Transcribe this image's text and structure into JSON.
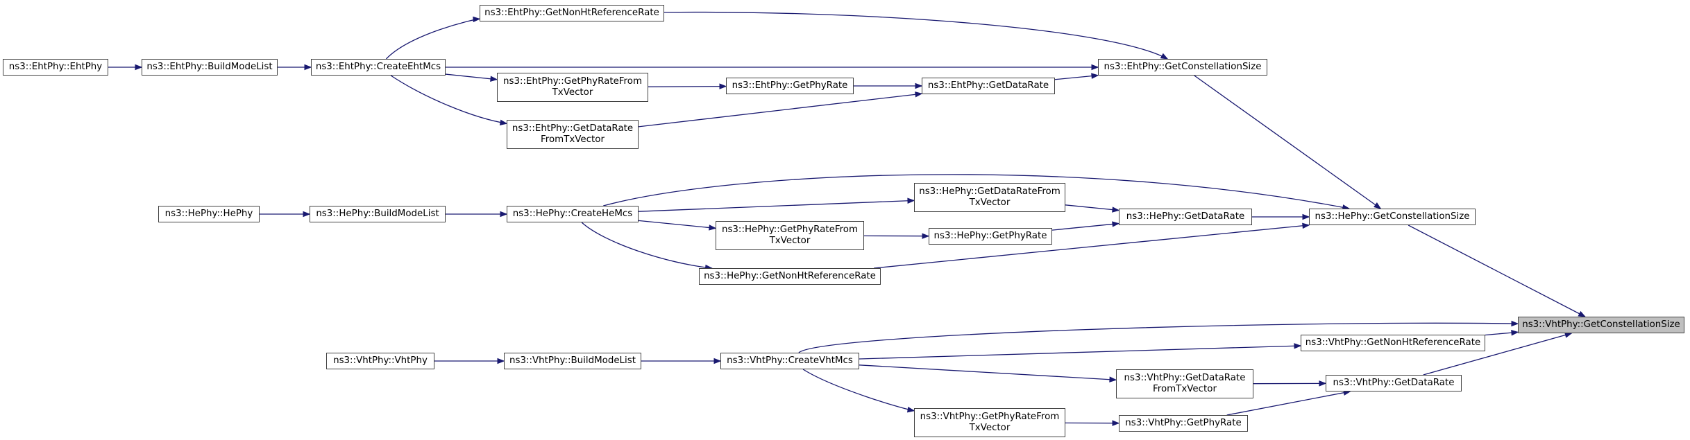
{
  "colors": {
    "edge": "#191970",
    "node_border": "#404040",
    "node_fill": "#ffffff",
    "root_fill": "#bfbfbf"
  },
  "nodes": {
    "vht_getconstellationsize": {
      "lines": [
        "ns3::VhtPhy::GetConstellationSize"
      ]
    },
    "he_getconstellationsize": {
      "lines": [
        "ns3::HePhy::GetConstellationSize"
      ]
    },
    "eht_getconstellationsize": {
      "lines": [
        "ns3::EhtPhy::GetConstellationSize"
      ]
    },
    "eht_getnonhtreferencerate": {
      "lines": [
        "ns3::EhtPhy::GetNonHtReferenceRate"
      ]
    },
    "eht_ehtphy": {
      "lines": [
        "ns3::EhtPhy::EhtPhy"
      ]
    },
    "eht_buildmodelist": {
      "lines": [
        "ns3::EhtPhy::BuildModeList"
      ]
    },
    "eht_createehtmcs": {
      "lines": [
        "ns3::EhtPhy::CreateEhtMcs"
      ]
    },
    "eht_getphyratefromtxvector": {
      "lines": [
        "ns3::EhtPhy::GetPhyRateFrom",
        "TxVector"
      ]
    },
    "eht_getphyrate": {
      "lines": [
        "ns3::EhtPhy::GetPhyRate"
      ]
    },
    "eht_getdatarate": {
      "lines": [
        "ns3::EhtPhy::GetDataRate"
      ]
    },
    "eht_getdataratefromtxvector": {
      "lines": [
        "ns3::EhtPhy::GetDataRate",
        "FromTxVector"
      ]
    },
    "he_hephy": {
      "lines": [
        "ns3::HePhy::HePhy"
      ]
    },
    "he_buildmodelist": {
      "lines": [
        "ns3::HePhy::BuildModeList"
      ]
    },
    "he_createhemcs": {
      "lines": [
        "ns3::HePhy::CreateHeMcs"
      ]
    },
    "he_getdataratefromtxvector": {
      "lines": [
        "ns3::HePhy::GetDataRateFrom",
        "TxVector"
      ]
    },
    "he_getdatarate": {
      "lines": [
        "ns3::HePhy::GetDataRate"
      ]
    },
    "he_getphyratefromtxvector": {
      "lines": [
        "ns3::HePhy::GetPhyRateFrom",
        "TxVector"
      ]
    },
    "he_getphyrate": {
      "lines": [
        "ns3::HePhy::GetPhyRate"
      ]
    },
    "he_getnonhtreferencerate": {
      "lines": [
        "ns3::HePhy::GetNonHtReferenceRate"
      ]
    },
    "vht_vhtphy": {
      "lines": [
        "ns3::VhtPhy::VhtPhy"
      ]
    },
    "vht_buildmodelist": {
      "lines": [
        "ns3::VhtPhy::BuildModeList"
      ]
    },
    "vht_createvhtmcs": {
      "lines": [
        "ns3::VhtPhy::CreateVhtMcs"
      ]
    },
    "vht_getnonhtreferencerate": {
      "lines": [
        "ns3::VhtPhy::GetNonHtReferenceRate"
      ]
    },
    "vht_getdataratefromtxvector": {
      "lines": [
        "ns3::VhtPhy::GetDataRate",
        "FromTxVector"
      ]
    },
    "vht_getdatarate": {
      "lines": [
        "ns3::VhtPhy::GetDataRate"
      ]
    },
    "vht_getphyratefromtxvector": {
      "lines": [
        "ns3::VhtPhy::GetPhyRateFrom",
        "TxVector"
      ]
    },
    "vht_getphyrate": {
      "lines": [
        "ns3::VhtPhy::GetPhyRate"
      ]
    }
  },
  "edges": [
    [
      "he_getconstellationsize",
      "vht_getconstellationsize"
    ],
    [
      "vht_createvhtmcs",
      "vht_getconstellationsize"
    ],
    [
      "vht_getnonhtreferencerate",
      "vht_getconstellationsize"
    ],
    [
      "vht_getdatarate",
      "vht_getconstellationsize"
    ],
    [
      "eht_getconstellationsize",
      "he_getconstellationsize"
    ],
    [
      "he_createhemcs",
      "he_getconstellationsize"
    ],
    [
      "he_getdatarate",
      "he_getconstellationsize"
    ],
    [
      "he_getnonhtreferencerate",
      "he_getconstellationsize"
    ],
    [
      "eht_getnonhtreferencerate",
      "eht_getconstellationsize"
    ],
    [
      "eht_createehtmcs",
      "eht_getconstellationsize"
    ],
    [
      "eht_getdatarate",
      "eht_getconstellationsize"
    ],
    [
      "eht_createehtmcs",
      "eht_getnonhtreferencerate"
    ],
    [
      "eht_ehtphy",
      "eht_buildmodelist"
    ],
    [
      "eht_buildmodelist",
      "eht_createehtmcs"
    ],
    [
      "eht_createehtmcs",
      "eht_getphyratefromtxvector"
    ],
    [
      "eht_createehtmcs",
      "eht_getdataratefromtxvector"
    ],
    [
      "eht_getphyratefromtxvector",
      "eht_getphyrate"
    ],
    [
      "eht_getphyrate",
      "eht_getdatarate"
    ],
    [
      "eht_getdataratefromtxvector",
      "eht_getdatarate"
    ],
    [
      "he_hephy",
      "he_buildmodelist"
    ],
    [
      "he_buildmodelist",
      "he_createhemcs"
    ],
    [
      "he_createhemcs",
      "he_getdataratefromtxvector"
    ],
    [
      "he_createhemcs",
      "he_getphyratefromtxvector"
    ],
    [
      "he_createhemcs",
      "he_getnonhtreferencerate"
    ],
    [
      "he_getdataratefromtxvector",
      "he_getdatarate"
    ],
    [
      "he_getphyratefromtxvector",
      "he_getphyrate"
    ],
    [
      "he_getphyrate",
      "he_getdatarate"
    ],
    [
      "vht_vhtphy",
      "vht_buildmodelist"
    ],
    [
      "vht_buildmodelist",
      "vht_createvhtmcs"
    ],
    [
      "vht_createvhtmcs",
      "vht_getnonhtreferencerate"
    ],
    [
      "vht_createvhtmcs",
      "vht_getdataratefromtxvector"
    ],
    [
      "vht_createvhtmcs",
      "vht_getphyratefromtxvector"
    ],
    [
      "vht_getdataratefromtxvector",
      "vht_getdatarate"
    ],
    [
      "vht_getphyratefromtxvector",
      "vht_getphyrate"
    ],
    [
      "vht_getphyrate",
      "vht_getdatarate"
    ]
  ]
}
